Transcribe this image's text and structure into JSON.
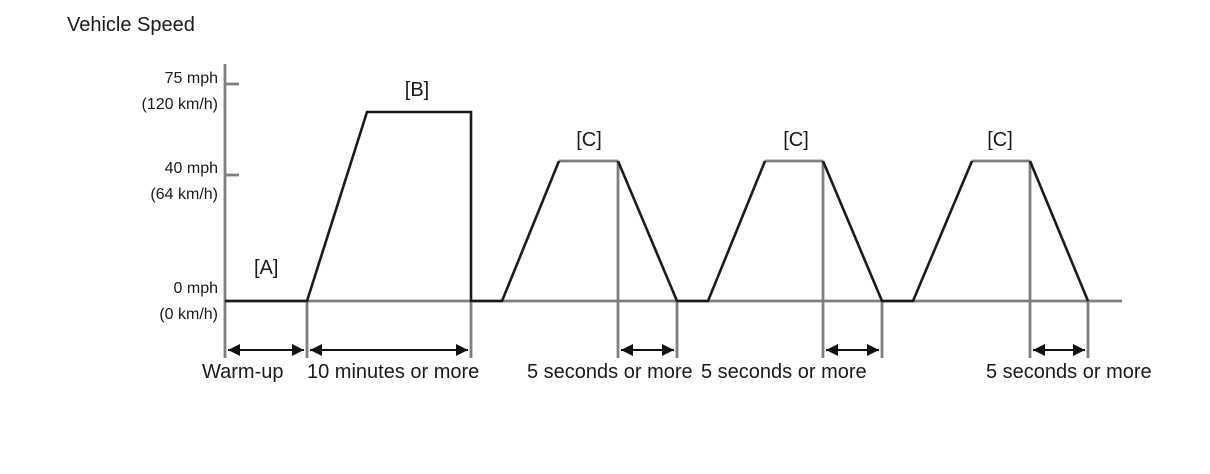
{
  "header": {
    "title": "Vehicle Speed"
  },
  "chart_data": {
    "type": "line",
    "title": "Vehicle Speed",
    "xlabel": "",
    "ylabel": "Vehicle Speed",
    "grid": false,
    "y_axis": {
      "ticks": [
        {
          "primary": "75 mph",
          "secondary": "(120 km/h)",
          "value_mph": 75,
          "value_kmh": 120
        },
        {
          "primary": "40 mph",
          "secondary": "(64 km/h)",
          "value_mph": 40,
          "value_kmh": 64
        },
        {
          "primary": "0 mph",
          "secondary": "(0 km/h)",
          "value_mph": 0,
          "value_kmh": 0
        }
      ]
    },
    "point_labels": {
      "a": "[A]",
      "b": "[B]",
      "c": "[C]"
    },
    "duration_labels": [
      "Warm-up",
      "10 minutes or more",
      "5 seconds or more",
      "5 seconds or more",
      "5 seconds or more"
    ],
    "phases": [
      {
        "label": "[A]",
        "duration": "Warm-up",
        "peak_speed_mph": 0
      },
      {
        "label": "[B]",
        "duration": "10 minutes or more",
        "peak_speed_mph": 75
      },
      {
        "label": "[C]",
        "duration": "5 seconds or more",
        "peak_speed_mph": 40
      },
      {
        "label": "[C]",
        "duration": "5 seconds or more",
        "peak_speed_mph": 40
      },
      {
        "label": "[C]",
        "duration": "5 seconds or more",
        "peak_speed_mph": 40
      }
    ],
    "colors": {
      "trace": "#1b1b1b",
      "axis": "#7f7f7f",
      "arrow": "#111111",
      "text": "#1a1a1a"
    },
    "geometry": {
      "gray_lines": [
        [
          225,
          64,
          225,
          358
        ],
        [
          225,
          84,
          239,
          84
        ],
        [
          225,
          175,
          239,
          175
        ],
        [
          225,
          301,
          1122,
          301
        ],
        [
          559,
          161,
          618,
          161
        ],
        [
          765,
          161,
          823,
          161
        ],
        [
          972,
          161,
          1030,
          161
        ],
        [
          307,
          301,
          307,
          358
        ],
        [
          471,
          301,
          471,
          358
        ],
        [
          618,
          161,
          618,
          358
        ],
        [
          677,
          301,
          677,
          358
        ],
        [
          823,
          161,
          823,
          358
        ],
        [
          882,
          301,
          882,
          358
        ],
        [
          1030,
          161,
          1030,
          358
        ],
        [
          1088,
          301,
          1088,
          358
        ]
      ],
      "trace_polylines": [
        [
          [
            225,
            301
          ],
          [
            307,
            301
          ],
          [
            367,
            112
          ],
          [
            471,
            112
          ],
          [
            471,
            301
          ],
          [
            502,
            301
          ],
          [
            559,
            161
          ]
        ],
        [
          [
            618,
            161
          ],
          [
            677,
            301
          ],
          [
            708,
            301
          ],
          [
            765,
            161
          ]
        ],
        [
          [
            823,
            161
          ],
          [
            882,
            301
          ],
          [
            913,
            301
          ],
          [
            972,
            161
          ]
        ],
        [
          [
            1030,
            161
          ],
          [
            1088,
            301
          ]
        ]
      ],
      "arrows": [
        [
          228,
          304,
          350
        ],
        [
          310,
          468,
          350
        ],
        [
          621,
          674,
          350
        ],
        [
          826,
          879,
          350
        ],
        [
          1033,
          1085,
          350
        ]
      ]
    }
  }
}
